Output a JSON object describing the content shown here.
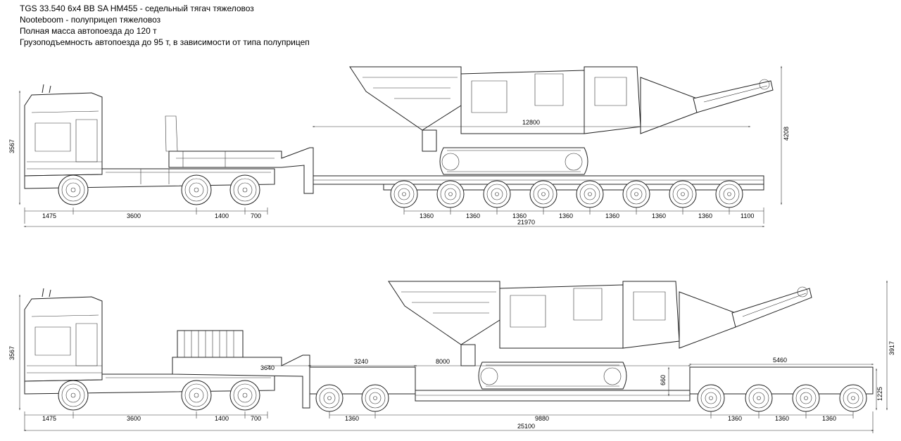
{
  "header": {
    "line1": "TGS 33.540 6x4 BB SA HM455 - седельный тягач тяжеловоз",
    "line2": "Nooteboom - полуприцеп тяжеловоз",
    "line3": "Полная масса автопоезда до 120 т",
    "line4": "Грузоподъемность автопоезда до 95 т, в зависимости от типа полуприцеп"
  },
  "top_view": {
    "height_cab": "3567",
    "height_total": "4208",
    "load_length": "12800",
    "bottom_dims": [
      "1475",
      "3600",
      "1400",
      "700"
    ],
    "axle_dims": [
      "1360",
      "1360",
      "1360",
      "1360",
      "1360",
      "1360",
      "1360",
      "1100"
    ],
    "total_length": "21970"
  },
  "bottom_view": {
    "height_cab": "3567",
    "height_total": "3917",
    "deck_height": "660",
    "rear_height": "1225",
    "upper_dims": [
      "3640",
      "3240",
      "8000",
      "5460"
    ],
    "bottom_dims": [
      "1475",
      "3600",
      "1400",
      "700"
    ],
    "trailer_dims": [
      "1360",
      "9880",
      "1360",
      "1360",
      "1360"
    ],
    "total_length": "25100"
  }
}
